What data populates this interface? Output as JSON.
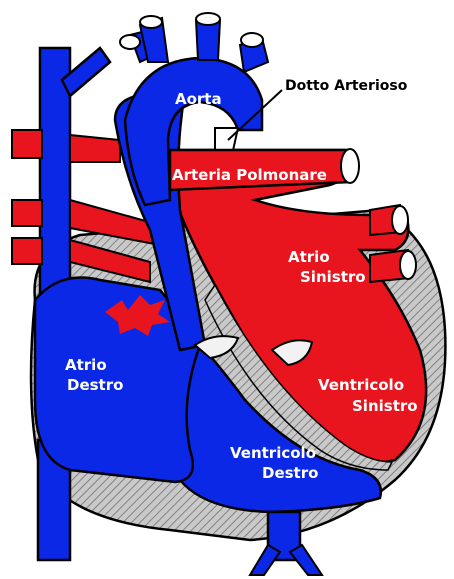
{
  "diagram": {
    "labels": {
      "aorta": "Aorta",
      "dotto_arterioso": "Dotto Arterioso",
      "arteria_polmonare": "Arteria Polmonare",
      "atrio_sinistro_line1": "Atrio",
      "atrio_sinistro_line2": "Sinistro",
      "atrio_destro_line1": "Atrio",
      "atrio_destro_line2": "Destro",
      "ventricolo_sinistro_line1": "Ventricolo",
      "ventricolo_sinistro_line2": "Sinistro",
      "ventricolo_destro_line1": "Ventricolo",
      "ventricolo_destro_line2": "Destro"
    },
    "colors": {
      "deoxygenated_blood": "#0a28e6",
      "oxygenated_blood": "#e8141e",
      "heart_wall": "#b8b8b8",
      "outline": "#000000",
      "valve": "#f2f2f2"
    }
  }
}
